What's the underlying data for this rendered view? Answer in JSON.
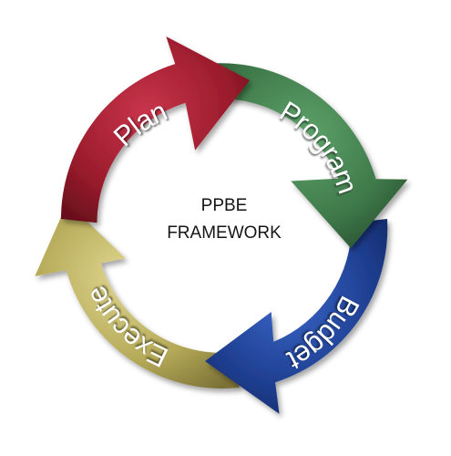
{
  "diagram": {
    "center_lines": [
      "PPBE",
      "FRAMEWORK"
    ],
    "segments": [
      {
        "label": "Plan",
        "color": "#9a1c2c"
      },
      {
        "label": "Program",
        "color": "#3f7a4a"
      },
      {
        "label": "Budget",
        "color": "#1f3f92"
      },
      {
        "label": "Execute",
        "color": "#b5aa58"
      }
    ]
  }
}
